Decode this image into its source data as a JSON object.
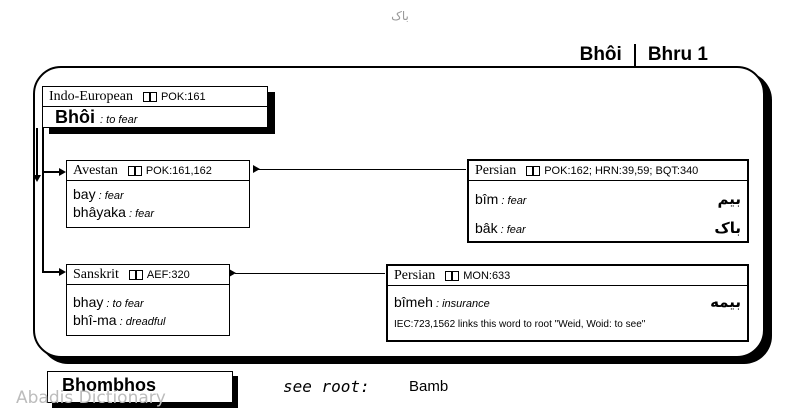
{
  "top_word": "باک",
  "header": {
    "root": "Bhôi",
    "sub": "Bhru 1"
  },
  "indo_european": {
    "lang": "Indo-European",
    "ref": "POK:161",
    "word": "Bhôi",
    "meaning": "to fear"
  },
  "avestan": {
    "lang": "Avestan",
    "ref": "POK:161,162",
    "rows": [
      {
        "word": "bay",
        "meaning": "fear"
      },
      {
        "word": "bhâyaka",
        "meaning": "fear"
      }
    ]
  },
  "sanskrit": {
    "lang": "Sanskrit",
    "ref": "AEF:320",
    "rows": [
      {
        "word": "bhay",
        "meaning": "to fear"
      },
      {
        "word": "bhî-ma",
        "meaning": "dreadful"
      }
    ]
  },
  "persian1": {
    "lang": "Persian",
    "ref": "POK:162; HRN:39,59; BQT:340",
    "rows": [
      {
        "word": "bîm",
        "meaning": "fear",
        "script": "بیم"
      },
      {
        "word": "bâk",
        "meaning": "fear",
        "script": "باک"
      }
    ]
  },
  "persian2": {
    "lang": "Persian",
    "ref": "MON:633",
    "rows": [
      {
        "word": "bîmeh",
        "meaning": "insurance",
        "script": "بیمه"
      }
    ],
    "note": "IEC:723,1562 links this word to root \"Weid, Woid: to see\""
  },
  "footer": {
    "root_box": "Bhombhos",
    "see_root_label": "see root:",
    "see_root_value": "Bamb",
    "watermark": "Abadis Dictionary"
  }
}
